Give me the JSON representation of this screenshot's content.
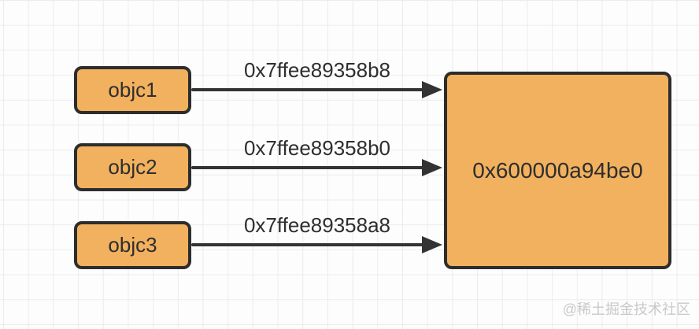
{
  "diagram": {
    "rows": [
      {
        "object": "objc1",
        "address": "0x7ffee89358b8"
      },
      {
        "object": "objc2",
        "address": "0x7ffee89358b0"
      },
      {
        "object": "objc3",
        "address": "0x7ffee89358a8"
      }
    ],
    "target_address": "0x600000a94be0",
    "colors": {
      "background": "#fdfdfd",
      "grid_line": "#ececec",
      "box_fill": "#f2b15e",
      "box_border": "#2d2d2d",
      "arrow": "#333333",
      "text": "#2e2e2e",
      "watermark": "#c9c9c9"
    }
  },
  "watermark": "@稀土掘金技术社区"
}
